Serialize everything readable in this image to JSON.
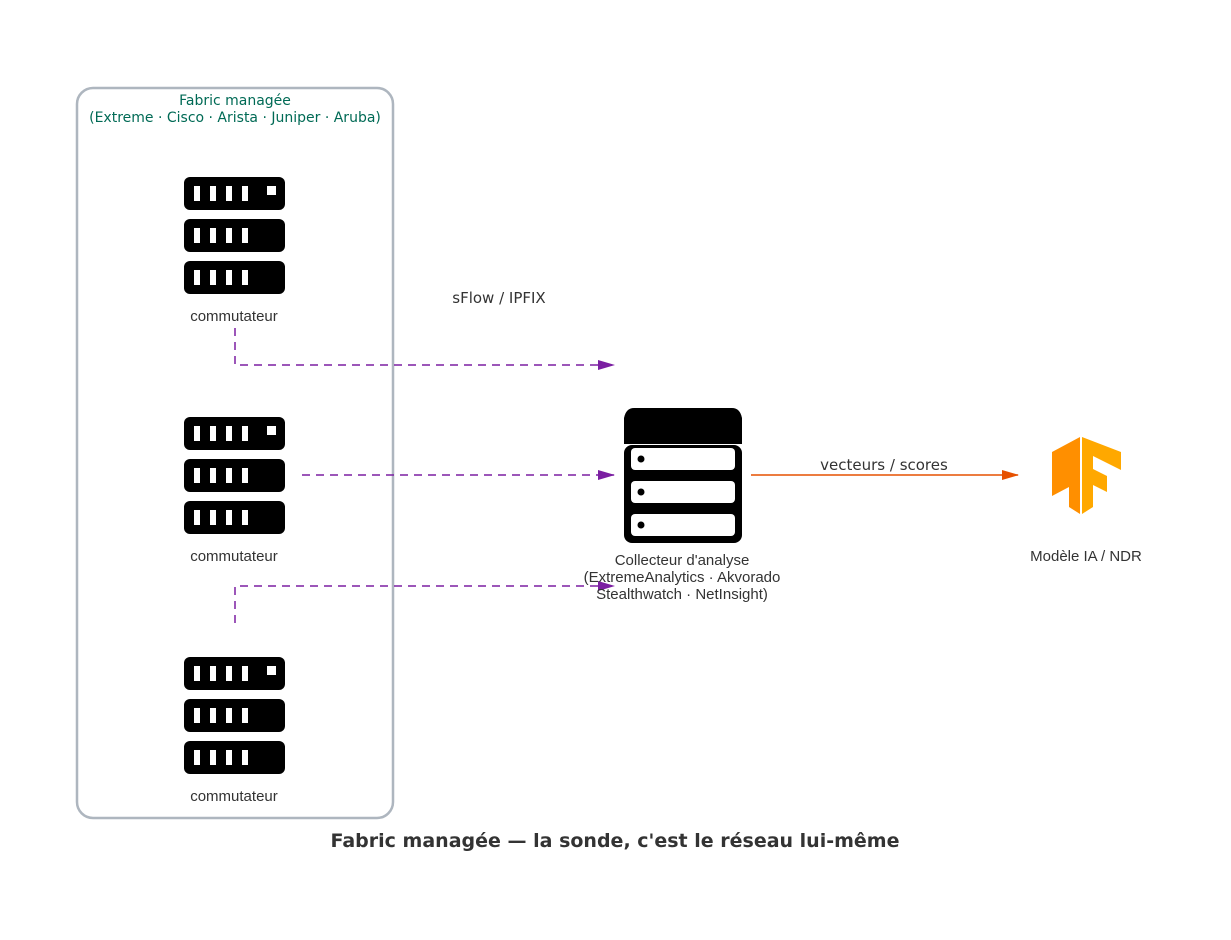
{
  "diagram": {
    "title": "Fabric managée — la sonde, c'est le réseau lui-même",
    "cluster": {
      "title_line1": "Fabric managée",
      "title_line2": "(Extreme · Cisco · Arista · Juniper · Aruba)",
      "border_color": "#aeb6bf"
    },
    "switches": [
      {
        "label": "commutateur",
        "icon": "rack-server-icon"
      },
      {
        "label": "commutateur",
        "icon": "rack-server-icon"
      },
      {
        "label": "commutateur",
        "icon": "rack-server-icon"
      }
    ],
    "collector": {
      "line1": "Collecteur d'analyse",
      "line2": "(ExtremeAnalytics · Akvorado",
      "line3": "Stealthwatch · NetInsight)",
      "icon": "server-stack-icon"
    },
    "model": {
      "label": "Modèle IA / NDR",
      "icon": "tensorflow-icon"
    },
    "edges": {
      "flow_label": "sFlow / IPFIX",
      "flow_color": "#7b1fa2",
      "vector_label": "vecteurs / scores",
      "vector_color": "#e65100"
    }
  }
}
